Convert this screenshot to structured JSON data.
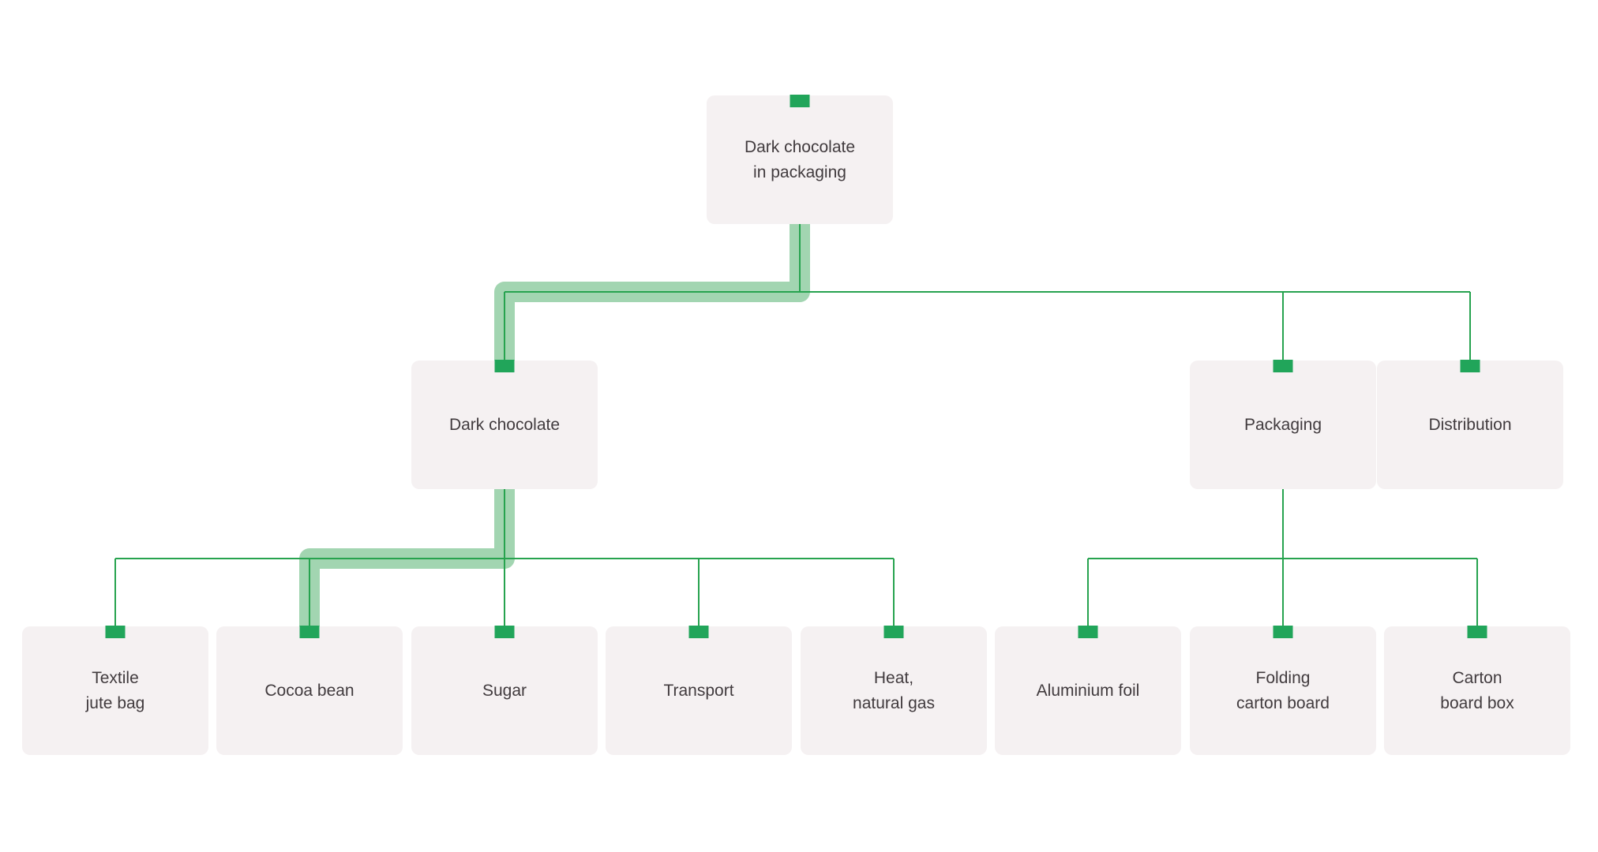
{
  "colors": {
    "node_bg": "#f5f1f2",
    "text": "#413b3e",
    "line": "#27a34f",
    "marker": "#21a55a",
    "highlight_band": "#a2d5b1"
  },
  "nodes": {
    "root": {
      "label": "Dark chocolate\nin packaging"
    },
    "dark_chocolate": {
      "label": "Dark chocolate"
    },
    "packaging": {
      "label": "Packaging"
    },
    "distribution": {
      "label": "Distribution"
    },
    "textile_jute_bag": {
      "label": "Textile\njute bag"
    },
    "cocoa_bean": {
      "label": "Cocoa bean"
    },
    "sugar": {
      "label": "Sugar"
    },
    "transport": {
      "label": "Transport"
    },
    "heat_natural_gas": {
      "label": "Heat,\nnatural gas"
    },
    "aluminium_foil": {
      "label": "Aluminium foil"
    },
    "folding_carton_board": {
      "label": "Folding\ncarton board"
    },
    "carton_board_box": {
      "label": "Carton\nboard box"
    }
  },
  "tree": {
    "root": "Dark chocolate in packaging",
    "children": [
      {
        "name": "Dark chocolate",
        "children": [
          "Textile jute bag",
          "Cocoa bean",
          "Sugar",
          "Transport",
          "Heat, natural gas"
        ]
      },
      {
        "name": "Packaging",
        "children": [
          "Aluminium foil",
          "Folding carton board",
          "Carton board box"
        ]
      },
      {
        "name": "Distribution",
        "children": []
      }
    ],
    "highlighted_path": [
      "Dark chocolate in packaging",
      "Dark chocolate",
      "Cocoa bean"
    ]
  }
}
